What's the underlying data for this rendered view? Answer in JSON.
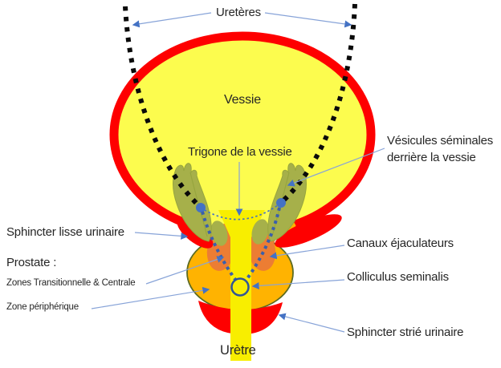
{
  "diagram": {
    "description": "Schéma anatomique vessie-prostate",
    "labels": {
      "ureters": "Uretères",
      "bladder": "Vessie",
      "trigone": "Trigone de la vessie",
      "seminal_vesicles_line1": "Vésicules séminales",
      "seminal_vesicles_line2": "derrière la vessie",
      "smooth_sphincter": "Sphincter lisse urinaire",
      "prostate_heading": "Prostate :",
      "prostate_zones_transitional_central": "Zones Transitionnelle & Centrale",
      "prostate_zone_peripheral": "Zone périphérique",
      "ejaculatory_ducts": "Canaux éjaculateurs",
      "colliculus": "Colliculus seminalis",
      "striated_sphincter": "Sphincter strié urinaire",
      "urethra": "Urètre"
    },
    "colors": {
      "bladder_fill": "#FCFC4E",
      "bladder_outline_red": "#FE0000",
      "urethra_trigone_yellow": "#F8EE00",
      "prostate_orange": "#FFB301",
      "inner_zones_orange": "#EC7D33",
      "seminal_vesicle_olive": "#A6B04A",
      "ureter_dotted_black": "#0A0A0A",
      "connector_blue": "#4472C4",
      "ejaculatory_duct_blue": "#3A5FAC",
      "colliculus_ring_blue": "#2F5597",
      "text": "#262626"
    }
  }
}
